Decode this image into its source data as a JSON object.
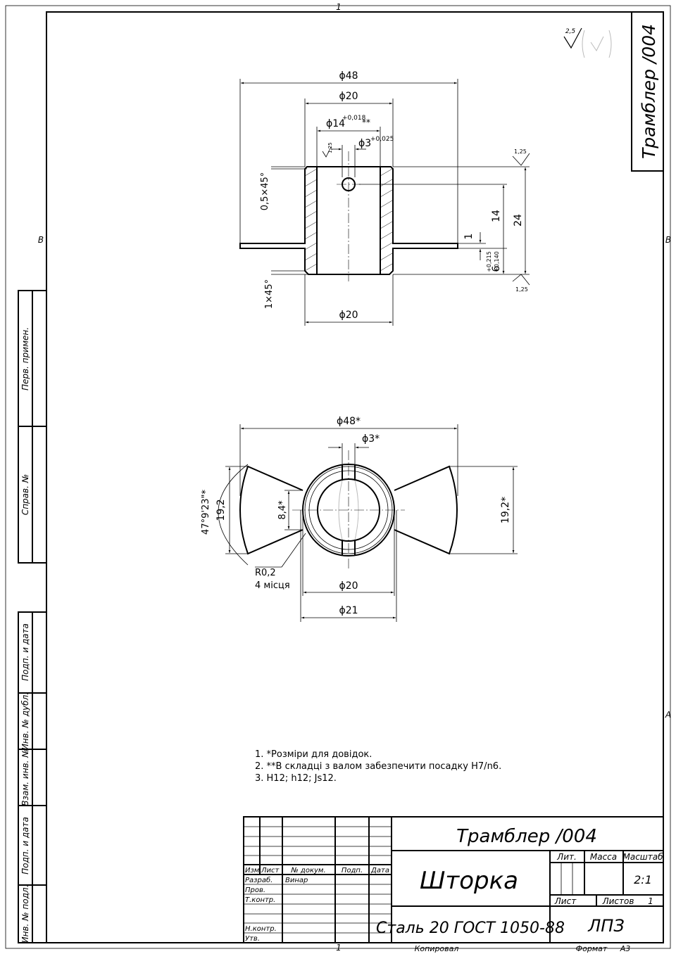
{
  "sheet": {
    "zone_top": "1",
    "zone_bottom": "1",
    "zone_b_left": "B",
    "zone_b_right": "B",
    "zone_a_right": "A",
    "roughness_value": "2,5",
    "roughness_surface": "1,25",
    "vertical_code": "Трамблер /004"
  },
  "side_strip": {
    "perv_primen": "Перв. примен.",
    "sprav_no": "Справ. №",
    "podp_data_1": "Подп. и дата",
    "inv_dubl": "Инв. № дубл.",
    "vzam_inv": "Взам. инв. №",
    "podp_data_2": "Подп. и дата",
    "inv_podl": "Инв. № подл."
  },
  "top_view": {
    "d48": "ϕ48",
    "d20_top": "ϕ20",
    "d14": "ϕ14",
    "d14_tol": "+0,018",
    "d14_mark": "**",
    "d3": "ϕ3",
    "d3_tol": "+0,025",
    "chamfer_top": "0,5×45°",
    "chamfer_bottom": "1×45°",
    "dim_14": "14",
    "dim_24": "24",
    "dim_1": "1",
    "dim_6": "6",
    "dim_6_tol_top": "+0,215",
    "dim_6_tol_bottom": "+0,140",
    "d20_bottom": "ϕ20"
  },
  "bottom_view": {
    "d48": "ϕ48*",
    "d3": "ϕ3*",
    "angle": "47°9'23\"*",
    "dim_19_2_left": "19,2",
    "dim_8_4": "8,4*",
    "dim_19_2_right": "19,2*",
    "radius": "R0,2",
    "radius_count": "4 місця",
    "d20": "ϕ20",
    "d21": "ϕ21"
  },
  "notes": [
    "1.  *Розміри для довідок.",
    "2.  **В складці з валом забезпечити посадку H7/n6.",
    "3.  H12; h12; Js12."
  ],
  "title_block": {
    "code": "Трамблер /004",
    "part_name": "Шторка",
    "material": "Сталь 20 ГОСТ 1050-88",
    "lit": "Лит.",
    "massa": "Масса",
    "masshtab": "Масштаб",
    "scale": "2:1",
    "list": "Лист",
    "listov": "Листов",
    "listov_value": "1",
    "org": "ЛПЗ",
    "izm": "Изм.",
    "list_col": "Лист",
    "dokum": "№ докум.",
    "podp": "Подп.",
    "data": "Дата",
    "razrab": "Разраб.",
    "razrab_name": "Винар",
    "prov": "Пров.",
    "tkontr": "Т.контр.",
    "nkontr": "Н.контр.",
    "utv": "Утв."
  },
  "footer": {
    "kopiroval": "Копировал",
    "format": "Формат",
    "format_value": "А3"
  }
}
